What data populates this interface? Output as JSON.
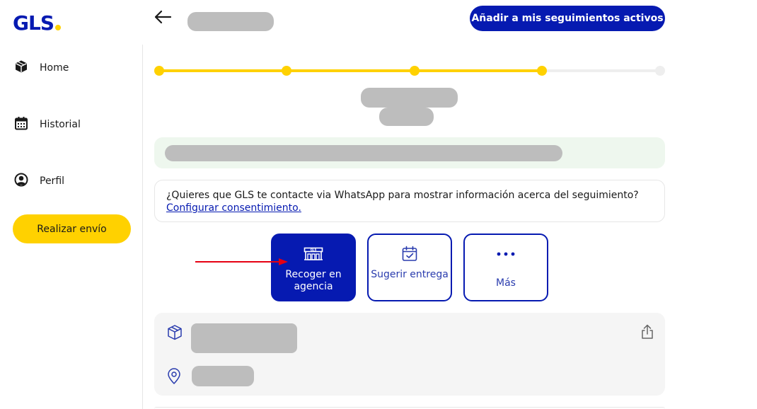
{
  "brand": {
    "logo_text": "GLS",
    "primary_color": "#061ab1",
    "accent_color": "#ffd100"
  },
  "sidebar": {
    "items": [
      {
        "label": "Home",
        "icon": "box-icon"
      },
      {
        "label": "Historial",
        "icon": "calendar-icon"
      },
      {
        "label": "Perfil",
        "icon": "user-icon"
      }
    ],
    "cta_label": "Realizar envío"
  },
  "header": {
    "track_button_label": "Añadir a mis seguimientos activos"
  },
  "progress": {
    "steps": 5,
    "completed_steps": 4
  },
  "whatsapp": {
    "question": "¿Quieres que GLS te contacte via WhatsApp para mostrar información acerca del seguimiento?",
    "link_label": "Configurar consentimiento."
  },
  "actions": [
    {
      "label": "Recoger en agencia",
      "icon": "store-icon",
      "selected": true
    },
    {
      "label": "Sugerir entrega",
      "icon": "calendar-check-icon",
      "selected": false
    },
    {
      "label": "Más",
      "icon": "more-dots-icon",
      "selected": false
    }
  ]
}
